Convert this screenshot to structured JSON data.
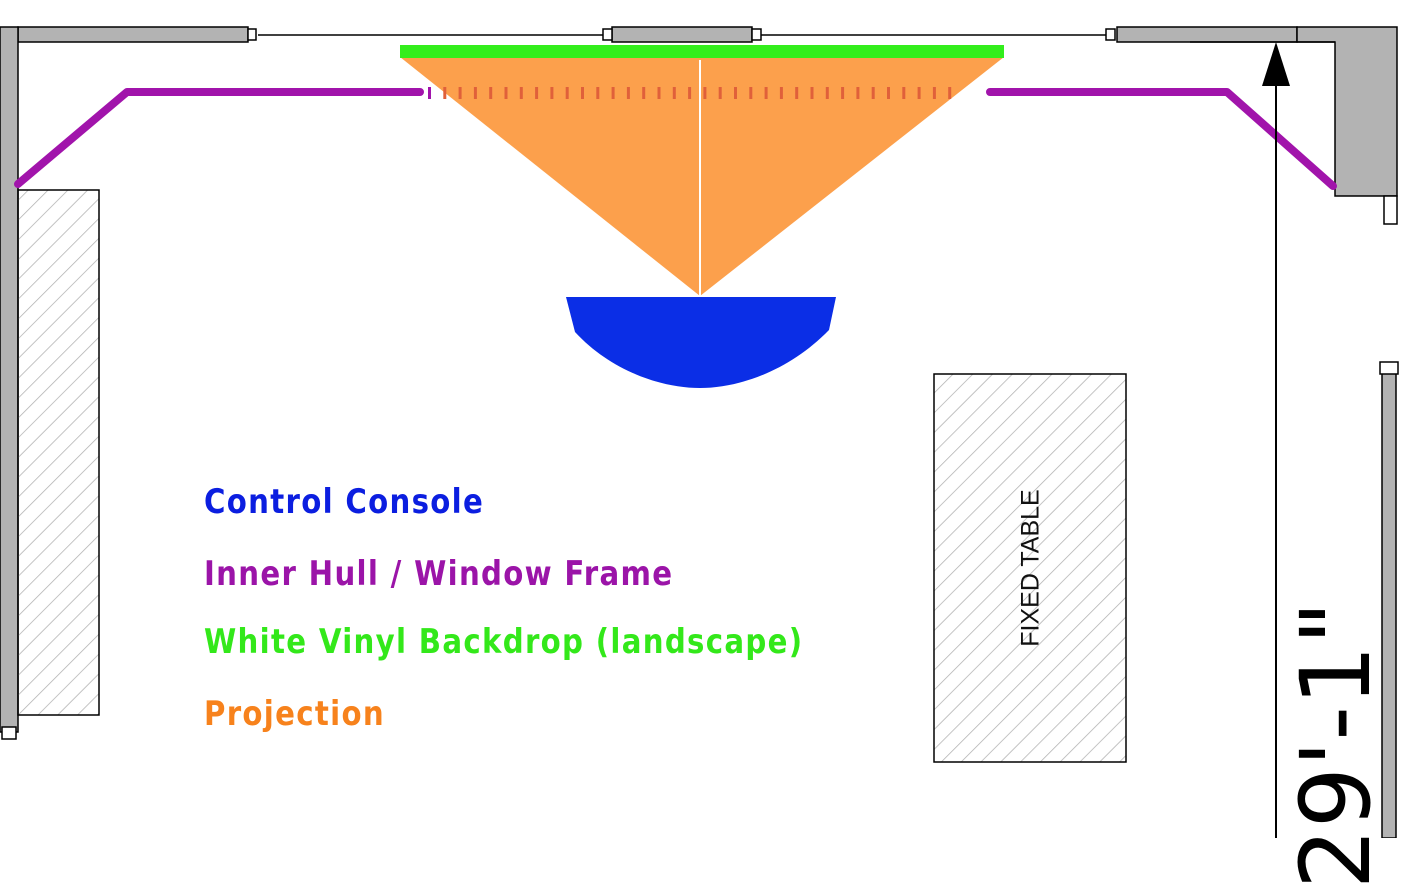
{
  "legend": [
    {
      "text": "Control Console",
      "color": "#0b1ee0"
    },
    {
      "text": "Inner Hull / Window Frame",
      "color": "#9b14a8"
    },
    {
      "text": "White Vinyl Backdrop (landscape)",
      "color": "#33e81a"
    },
    {
      "text": "Projection",
      "color": "#f7821c"
    }
  ],
  "fixed_table": {
    "label": "FIXED TABLE"
  },
  "dimension": {
    "label": "29'-1\""
  },
  "colors": {
    "console": "#0b2ee6",
    "hull": "#a114ab",
    "backdrop": "#33ee1c",
    "projection": "#fca04c",
    "wall": "#b3b3b3",
    "hatch": "#b0b0b0"
  }
}
